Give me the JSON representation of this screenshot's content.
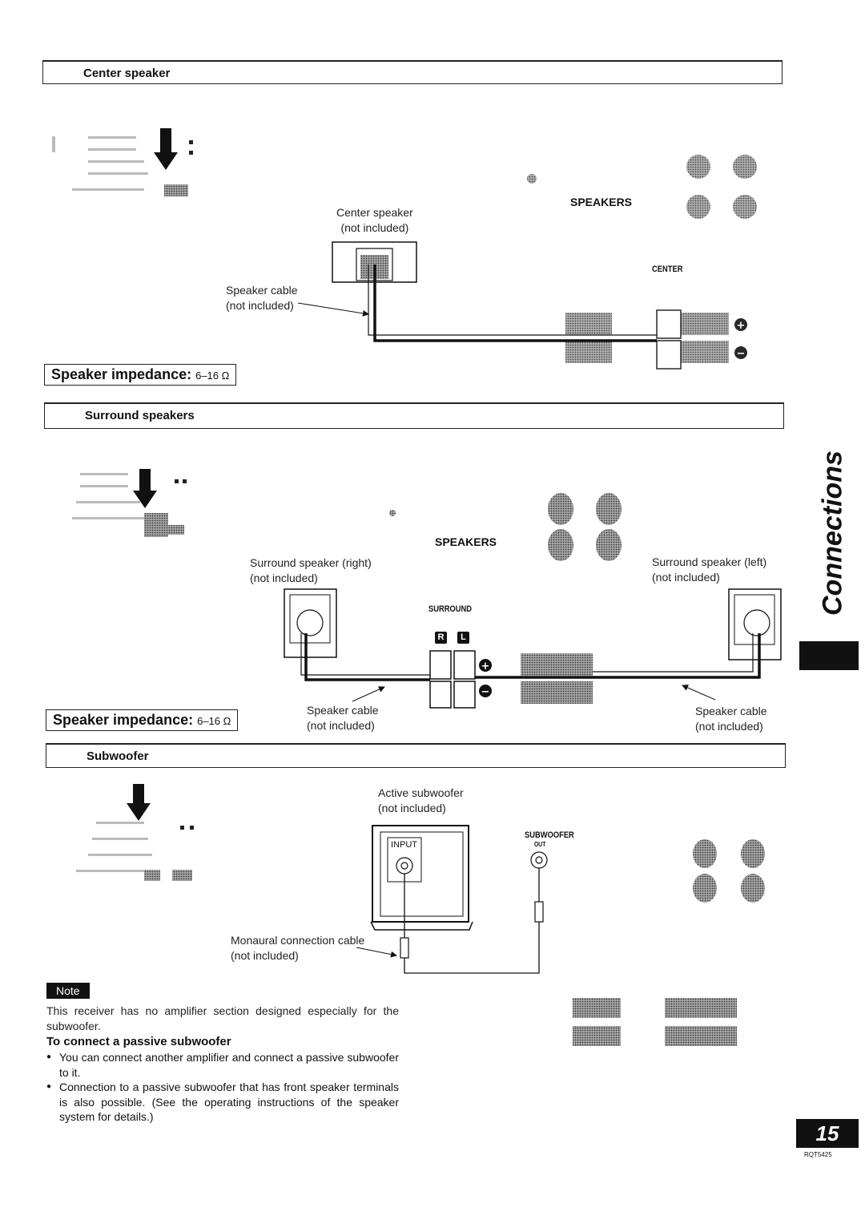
{
  "section_center": {
    "heading": "Center speaker",
    "speaker_caption": [
      "Center speaker",
      "(not included)"
    ],
    "cable_caption": [
      "Speaker cable",
      "(not included)"
    ],
    "speakers_label": "SPEAKERS",
    "center_label": "CENTER",
    "impedance_label": "Speaker impedance:",
    "impedance_value": "6–16 Ω"
  },
  "section_surround": {
    "heading": "Surround speakers",
    "speakers_label": "SPEAKERS",
    "right_caption": [
      "Surround speaker (right)",
      "(not included)"
    ],
    "left_caption": [
      "Surround speaker (left)",
      "(not included)"
    ],
    "surround_label": "SURROUND",
    "r_label": "R",
    "l_label": "L",
    "cable_caption_left": [
      "Speaker cable",
      "(not included)"
    ],
    "cable_caption_right": [
      "Speaker cable",
      "(not included)"
    ],
    "impedance_label": "Speaker impedance:",
    "impedance_value": "6–16 Ω"
  },
  "section_subwoofer": {
    "heading": "Subwoofer",
    "active_caption": [
      "Active subwoofer",
      "(not included)"
    ],
    "input_label": "INPUT",
    "subwoofer_label": "SUBWOOFER",
    "out_label": "OUT",
    "cable_caption": [
      "Monaural connection cable",
      "(not included)"
    ]
  },
  "note": {
    "badge": "Note",
    "text": "This receiver has no amplifier section designed especially for the subwoofer.",
    "heading": "To connect a passive subwoofer",
    "bullets": [
      "You can connect another amplifier and connect a passive subwoofer to it.",
      "Connection to a passive subwoofer that has front speaker terminals is also possible. (See the operating instructions of the speaker system for details.)"
    ]
  },
  "side_tab": "Connections",
  "page_number": "15",
  "doc_code": "RQT5425",
  "colors": {
    "ink": "#111111",
    "faint": "#c8c8c8"
  }
}
